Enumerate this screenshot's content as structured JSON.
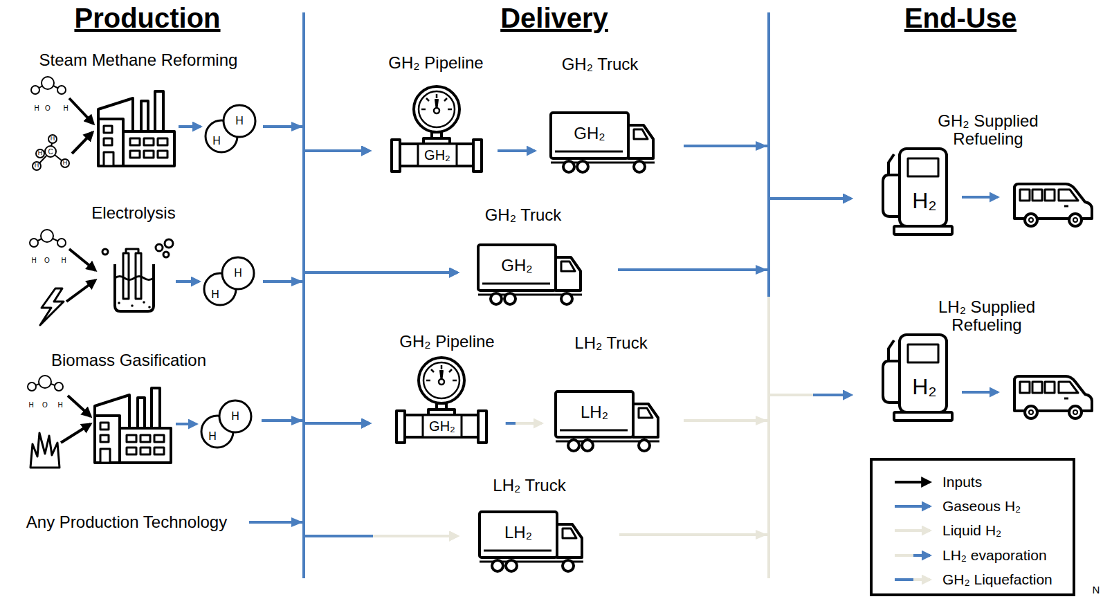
{
  "diagram": {
    "nodes": [
      {
        "text": [
          "Steam Methane Reforming"
        ]
      },
      {
        "text": [
          "H",
          "H"
        ],
        "in": 0
      },
      {
        "text": [
          "Electrolysis"
        ]
      },
      {
        "text": [
          "H",
          "H"
        ],
        "in": 2
      },
      {
        "text": [
          "Biomass Gasification"
        ]
      },
      {
        "text": [
          "H",
          "H"
        ],
        "in": 4
      },
      {
        "text": [
          "Any Production Technology"
        ]
      },
      {
        "text": [
          "GH₂ Pipeline",
          "GH₂"
        ]
      },
      {
        "text": [
          "GH₂ Truck",
          "GH₂"
        ]
      },
      {
        "text": [
          "GH₂ Truck",
          "GH₂"
        ]
      },
      {
        "text": [
          "GH₂ Pipeline",
          "GH₂"
        ]
      },
      {
        "text": [
          "LH₂ Truck",
          "LH₂"
        ]
      },
      {
        "text": [
          "LH₂ Truck",
          "LH₂"
        ]
      },
      {
        "text": [
          "GH₂ Supplied Refueling",
          "H₂"
        ]
      },
      {
        "text": [
          "LH₂ Supplied Refueling",
          "H₂"
        ]
      }
    ],
    "edges": [
      {
        "from": 1,
        "to": 7,
        "arrow": "to"
      },
      {
        "from": 1,
        "to": 9,
        "arrow": "to"
      },
      {
        "from": 1,
        "to": 10,
        "arrow": "to"
      },
      {
        "from": 1,
        "to": 12,
        "arrow": "to"
      },
      {
        "from": 3,
        "to": 7,
        "arrow": "to"
      },
      {
        "from": 3,
        "to": 9,
        "arrow": "to"
      },
      {
        "from": 3,
        "to": 10,
        "arrow": "to"
      },
      {
        "from": 3,
        "to": 12,
        "arrow": "to"
      },
      {
        "from": 5,
        "to": 7,
        "arrow": "to"
      },
      {
        "from": 5,
        "to": 9,
        "arrow": "to"
      },
      {
        "from": 5,
        "to": 10,
        "arrow": "to"
      },
      {
        "from": 5,
        "to": 12,
        "arrow": "to"
      },
      {
        "from": 6,
        "to": 7,
        "arrow": "to"
      },
      {
        "from": 6,
        "to": 9,
        "arrow": "to"
      },
      {
        "from": 6,
        "to": 10,
        "arrow": "to"
      },
      {
        "from": 6,
        "to": 12,
        "arrow": "to"
      },
      {
        "from": 7,
        "to": 8,
        "arrow": "to"
      },
      {
        "from": 10,
        "to": 11,
        "arrow": "to"
      },
      {
        "from": 8,
        "to": 13,
        "arrow": "to"
      },
      {
        "from": 9,
        "to": 13,
        "arrow": "to"
      },
      {
        "from": 11,
        "to": 14,
        "arrow": "to"
      },
      {
        "from": 12,
        "to": 14,
        "arrow": "to"
      }
    ],
    "labels": [
      "Production",
      "Delivery",
      "End-Use",
      "H",
      "O",
      "H",
      "H",
      "H",
      "C",
      "H",
      "H",
      "H",
      "O",
      "H",
      "H",
      "O",
      "H",
      "N"
    ],
    "legend": [
      {
        "text": "Inputs"
      },
      {
        "text": "Gaseous H₂"
      },
      {
        "text": "Liquid H₂"
      },
      {
        "text": "LH₂ evaporation"
      },
      {
        "text": "GH₂ Liquefaction"
      }
    ]
  }
}
